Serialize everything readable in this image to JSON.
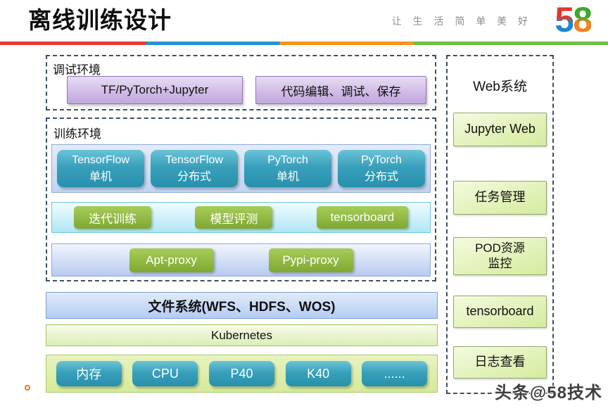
{
  "header": {
    "title": "离线训练设计",
    "slogan": "让 生 活 简 单 美 好",
    "logo": {
      "five": "5",
      "eight": "8"
    },
    "logo_colors": {
      "five_top": "#e5342b",
      "five_bottom": "#1d87d1",
      "eight_top": "#3ca92c",
      "eight_bottom": "#f58220"
    },
    "rule_colors": {
      "red": "#e53c31",
      "blue": "#2295d2",
      "orange": "#f6941e",
      "green": "#6cbf47"
    }
  },
  "debug_env": {
    "label": "调试环境",
    "boxes": [
      "TF/PyTorch+Jupyter",
      "代码编辑、调试、保存"
    ]
  },
  "train_env": {
    "label": "训练环境",
    "frameworks": [
      "TensorFlow\n单机",
      "TensorFlow\n分布式",
      "PyTorch\n单机",
      "PyTorch\n分布式"
    ],
    "tools": [
      "迭代训练",
      "模型评测",
      "tensorboard"
    ],
    "proxies": [
      "Apt-proxy",
      "Pypi-proxy"
    ]
  },
  "infra": {
    "filesystem": "文件系统(WFS、HDFS、WOS)",
    "orchestrator": "Kubernetes",
    "hardware": [
      "内存",
      "CPU",
      "P40",
      "K40",
      "......"
    ]
  },
  "web_system": {
    "label": "Web系统",
    "items": [
      "Jupyter Web",
      "任务管理",
      "POD资源\n监控",
      "tensorboard",
      "日志查看"
    ]
  },
  "watermark": "头条@58技术"
}
